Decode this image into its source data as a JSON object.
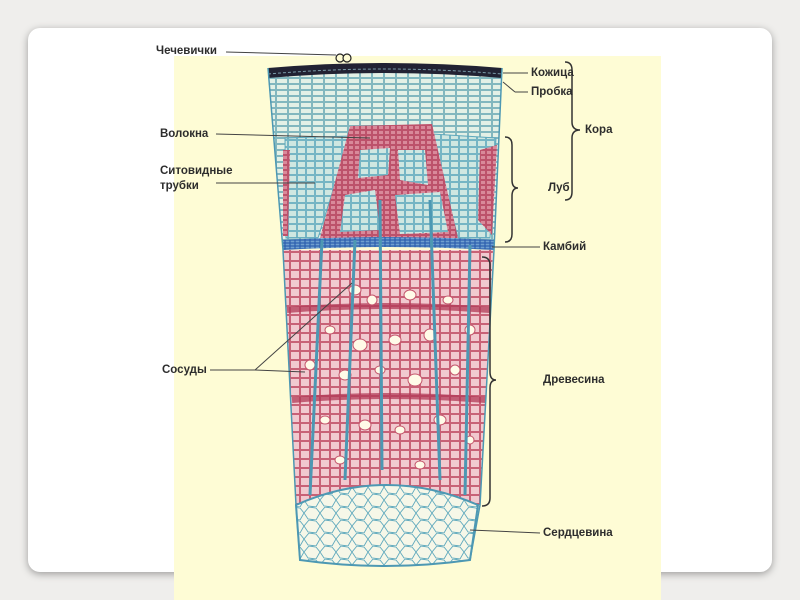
{
  "labels": {
    "chechevichki": "Чечевички",
    "volokna": "Волокна",
    "sitovidnye_1": "Ситовидные",
    "sitovidnye_2": "трубки",
    "sosudy": "Сосуды",
    "kozhitsa": "Кожица",
    "probka": "Пробка",
    "kora": "Кора",
    "lub": "Луб",
    "kambiy": "Камбий",
    "drevesina": "Древесина",
    "serdtsevina": "Сердцевина"
  },
  "colors": {
    "slide_background": "#efeeec",
    "panel_background": "#fefcd5",
    "tissue_cyan": "#5fa9bd",
    "tissue_cyan_light": "#b8dcd6",
    "tissue_red": "#c4566d",
    "tissue_red_light": "#eab9c0",
    "cambium_blue": "#2c5fae",
    "bark_dark": "#222233",
    "leader_line": "#444444"
  }
}
